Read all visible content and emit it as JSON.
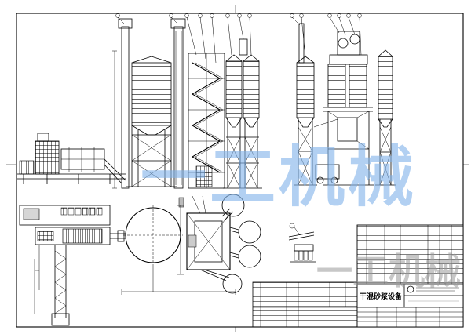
{
  "title_block": {
    "drawing_title": "干混砂浆设备"
  },
  "watermark": {
    "main": "一工机械",
    "secondary": "一工机械"
  },
  "colors": {
    "line": "#000000",
    "watermark_blue": "#7fb2ea",
    "watermark_gray": "#9a9a9a"
  }
}
